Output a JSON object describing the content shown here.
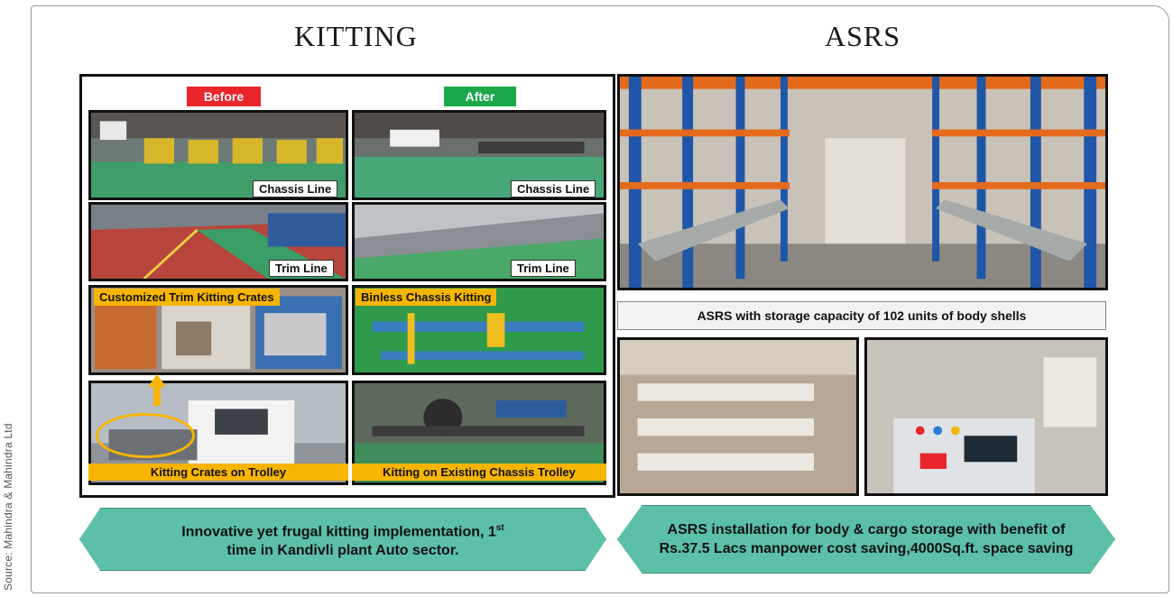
{
  "source_text": "Source: Mahindra & Mahindra Ltd",
  "kitting": {
    "title": "KITTING",
    "before_label": "Before",
    "after_label": "After",
    "captions": {
      "before_chassis": "Chassis Line",
      "after_chassis": "Chassis Line",
      "before_trim": "Trim Line",
      "after_trim": "Trim Line",
      "crates": "Customized Trim Kitting Crates",
      "binless": "Binless Chassis Kitting",
      "trolley": "Kitting Crates on Trolley",
      "existing": "Kitting on Existing Chassis Trolley"
    },
    "summary_main": "Innovative yet frugal kitting implementation, 1",
    "summary_sup": "st",
    "summary_end": "time in Kandivli plant Auto sector."
  },
  "asrs": {
    "title": "ASRS",
    "caption": "ASRS with storage capacity of 102 units of body shells",
    "summary": "ASRS installation for body & cargo storage with benefit of Rs.37.5 Lacs manpower cost saving,4000Sq.ft. space saving"
  },
  "colors": {
    "before_red": "#e8262c",
    "after_green": "#1aa84a",
    "highlight_yellow": "#f7b500",
    "teal_banner": "#5cbfa8",
    "rack_blue": "#1f56a8",
    "rack_orange": "#e46a1c"
  }
}
